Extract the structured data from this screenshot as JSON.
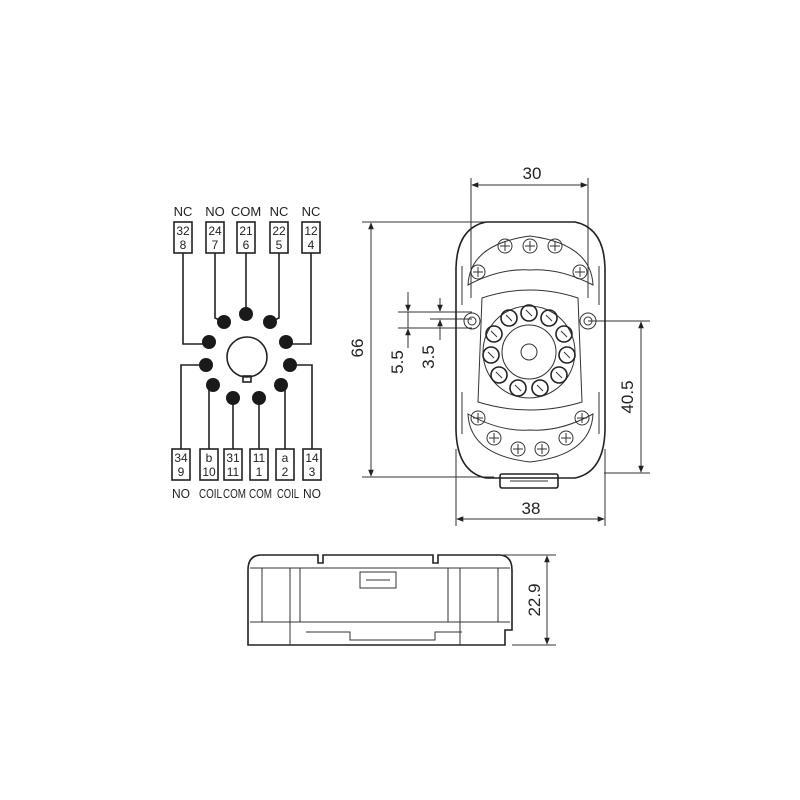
{
  "wiring": {
    "top_labels": [
      "NC",
      "NO",
      "COM",
      "NC",
      "NC"
    ],
    "top_terminals": [
      {
        "upper": "32",
        "lower": "8"
      },
      {
        "upper": "24",
        "lower": "7"
      },
      {
        "upper": "21",
        "lower": "6"
      },
      {
        "upper": "22",
        "lower": "5"
      },
      {
        "upper": "12",
        "lower": "4"
      }
    ],
    "bottom_terminals": [
      {
        "upper": "34",
        "lower": "9"
      },
      {
        "upper": "b",
        "lower": "10"
      },
      {
        "upper": "31",
        "lower": "11"
      },
      {
        "upper": "11",
        "lower": "1"
      },
      {
        "upper": "a",
        "lower": "2"
      },
      {
        "upper": "14",
        "lower": "3"
      }
    ],
    "bottom_labels": [
      "NO",
      "COIL",
      "COM",
      "COM",
      "COIL",
      "NO"
    ]
  },
  "dimensions": {
    "top_width": "30",
    "bottom_width": "38",
    "height": "66",
    "hole_spacing": "40.5",
    "dim_a": "5.5",
    "dim_b": "3.5",
    "side_height": "22.9"
  }
}
